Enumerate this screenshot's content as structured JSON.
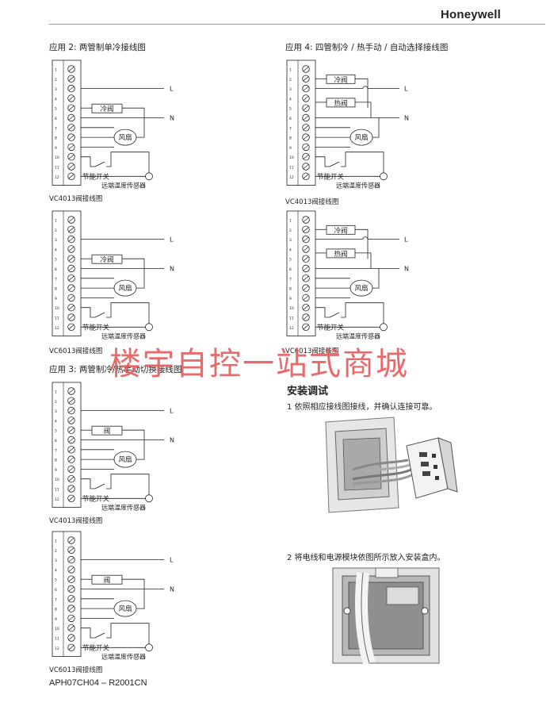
{
  "brand": "Honeywell",
  "sections": {
    "app2_title": "应用 2: 两管制单冷接线图",
    "app3_title": "应用 3: 两管制冷/热手动切换接线图",
    "app4_title": "应用 4: 四管制冷 / 热手动 / 自动选择接线图"
  },
  "captions": {
    "vc4013": "VC4013阀接线图",
    "vc6013": "VC6013阀接线图"
  },
  "labels": {
    "L": "L",
    "N": "N",
    "cold_valve": "冷阀",
    "hot_valve": "热阀",
    "valve": "阀",
    "fan": "风扇",
    "eco_switch": "节能开关",
    "remote_sensor": "远端温度传感器"
  },
  "terminals": [
    "1",
    "2",
    "3",
    "4",
    "5",
    "6",
    "7",
    "8",
    "9",
    "10",
    "11",
    "12"
  ],
  "install": {
    "title": "安装调试",
    "step1": "1 依照相应接线图接线，并确认连接可靠。",
    "step2": "2 将电线和电源模块依图所示放入安装盒内。"
  },
  "footer": "APH07CH04 – R2001CN",
  "watermark": "楼宇自控一站式商城"
}
